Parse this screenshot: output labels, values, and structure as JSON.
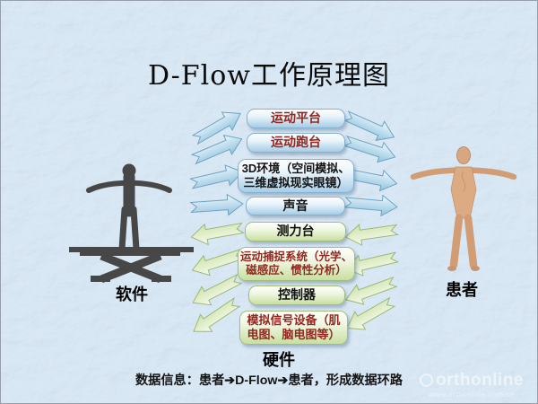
{
  "title": "D-Flow工作原理图",
  "left_figure": {
    "label": "软件"
  },
  "right_figure": {
    "label": "患者"
  },
  "flow_boxes": [
    {
      "label": "运动平台"
    },
    {
      "label": "运动跑台"
    },
    {
      "label": "3D环境（空间模拟、三维虚拟现实眼镜）"
    },
    {
      "label": "声音"
    },
    {
      "label": "测力台"
    },
    {
      "label": "运动捕捉系统（光学、磁感应、惯性分析）"
    },
    {
      "label": "控制器"
    },
    {
      "label": "模拟信号设备（肌电图、脑电图等）"
    }
  ],
  "bottom_label": "硬件",
  "footer": "数据信息：患者➔D-Flow➔患者，形成数据环路",
  "watermark": {
    "brand": "orthonline",
    "url": "www.orthonline.com.cn"
  },
  "colors": {
    "background": "#c9def0",
    "box_blue": "#a6cde6",
    "box_green": "#c8dfa0",
    "arrow_blue": "#8ec2de",
    "arrow_green": "#cde2a9",
    "red_text": "#93271f"
  }
}
